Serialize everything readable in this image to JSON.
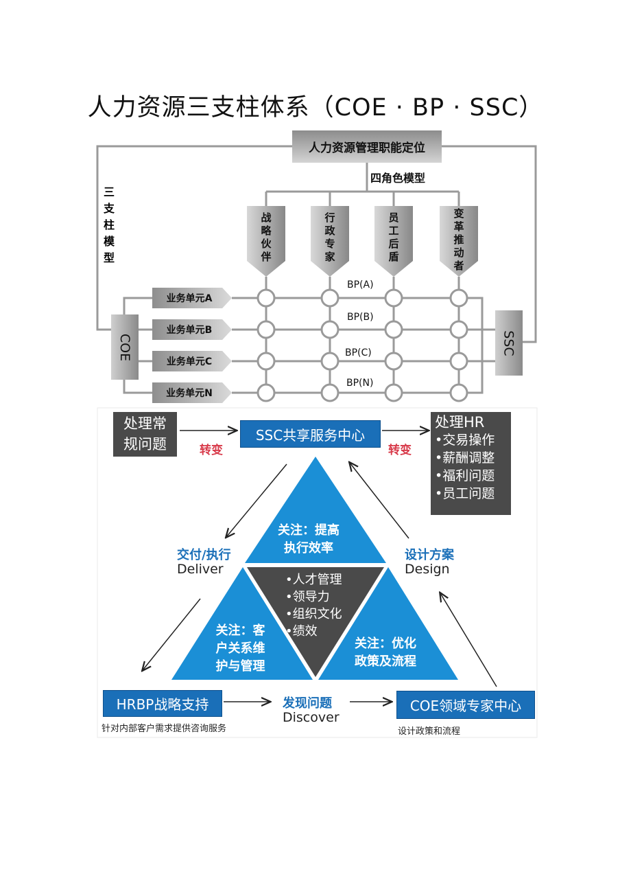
{
  "title": "人力资源三支柱体系（COE · BP · SSC）",
  "top_diagram": {
    "header": "人力资源管理职能定位",
    "roles_label": "四角色模型",
    "pillar_label": "三支柱模型",
    "roles": [
      "战略伙伴",
      "行政专家",
      "员工后盾",
      "变革推动者"
    ],
    "business_units": [
      "业务单元A",
      "业务单元B",
      "业务单元C",
      "业务单元N"
    ],
    "bp_labels": [
      "BP(A)",
      "BP(B)",
      "BP(C)",
      "BP(N)"
    ],
    "coe": "COE",
    "ssc": "SSC"
  },
  "bottom_diagram": {
    "routine_box": [
      "处理常",
      "规问题"
    ],
    "transform_label_1": "转变",
    "ssc_box": "SSC共享服务中心",
    "transform_label_2": "转变",
    "hr_box": {
      "title": "处理HR",
      "items": [
        "•交易操作",
        "•薪酬调整",
        "•福利问题",
        "•员工问题"
      ]
    },
    "top_triangle": [
      "关注：提高",
      "执行效率"
    ],
    "center_triangle": [
      "•人才管理",
      "•领导力",
      "•组织文化",
      "•绩效"
    ],
    "left_triangle": [
      "关注：客",
      "户关系维",
      "护与管理"
    ],
    "right_triangle": [
      "关注：优化",
      "政策及流程"
    ],
    "deliver": {
      "cn": "交付/执行",
      "en": "Deliver"
    },
    "design": {
      "cn": "设计方案",
      "en": "Design"
    },
    "discover": {
      "cn": "发现问题",
      "en": "Discover"
    },
    "hrbp_box": "HRBP战略支持",
    "hrbp_sub": "针对内部客户需求提供咨询服务",
    "coe_box": "COE领域专家中心",
    "coe_sub": "设计政策和流程",
    "colors": {
      "blue": "#1a6fb8",
      "dark": "#4a4a4a",
      "red": "#d83a4a",
      "gray": "#9a9a9a"
    }
  }
}
